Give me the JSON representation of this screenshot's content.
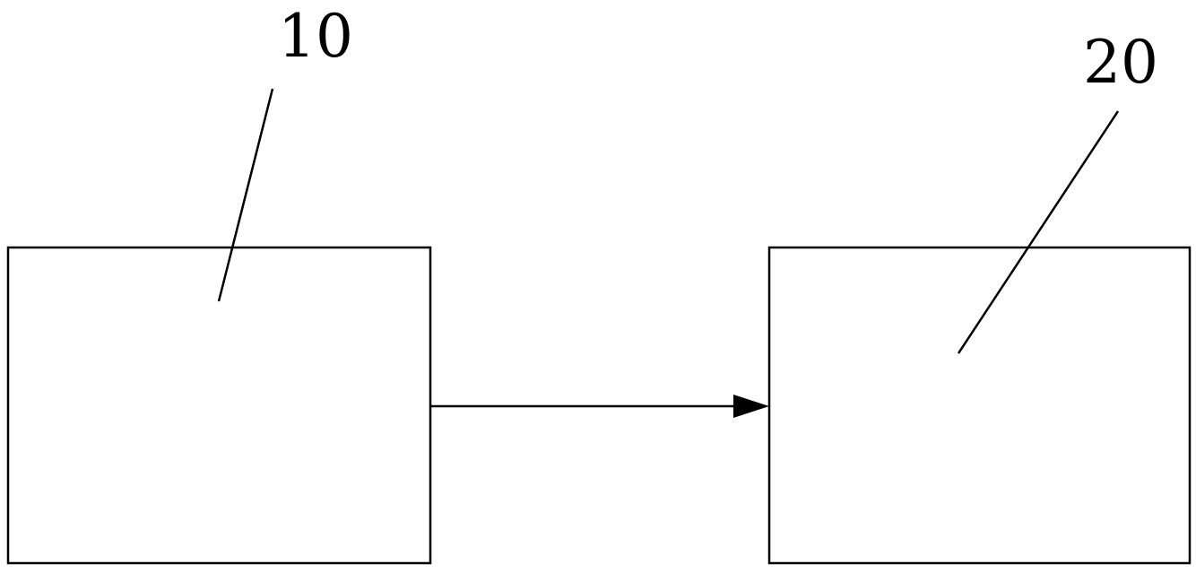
{
  "diagram": {
    "blocks": [
      {
        "id": "block-10",
        "label": "10"
      },
      {
        "id": "block-20",
        "label": "20"
      }
    ],
    "connections": [
      {
        "from": "block-10",
        "to": "block-20",
        "type": "arrow"
      }
    ],
    "colors": {
      "stroke": "#000000",
      "background": "#ffffff"
    }
  }
}
